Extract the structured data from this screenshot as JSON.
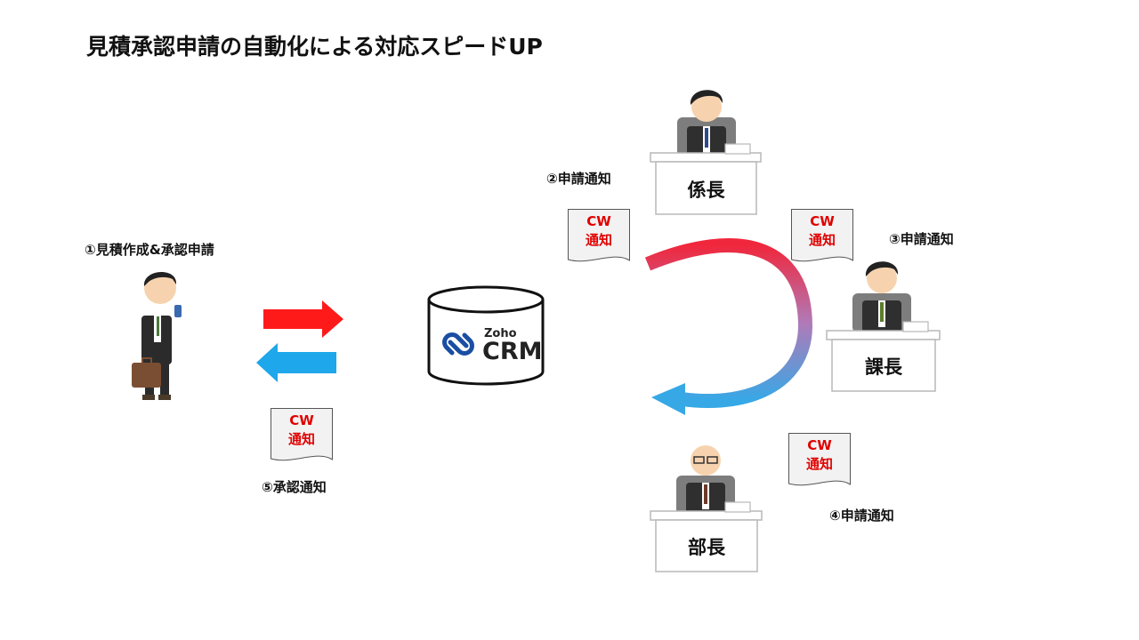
{
  "title": "見積承認申請の自動化による対応スピードUP",
  "steps": {
    "s1": "①見積作成&承認申請",
    "s2": "②申請通知",
    "s3": "③申請通知",
    "s4": "④申請通知",
    "s5": "⑤承認通知"
  },
  "notice_doc": {
    "line1": "CW",
    "line2": "通知"
  },
  "roles": {
    "kakaricho": "係長",
    "kacho": "課長",
    "bucho": "部長"
  },
  "crm": {
    "brand": "Zoho",
    "product": "CRM"
  },
  "colors": {
    "red_arrow": "#ff1a1a",
    "blue_arrow": "#1ea7ea",
    "notice_text": "#e00000",
    "cycle_start": "#f0273c",
    "cycle_end": "#36a8e6"
  }
}
